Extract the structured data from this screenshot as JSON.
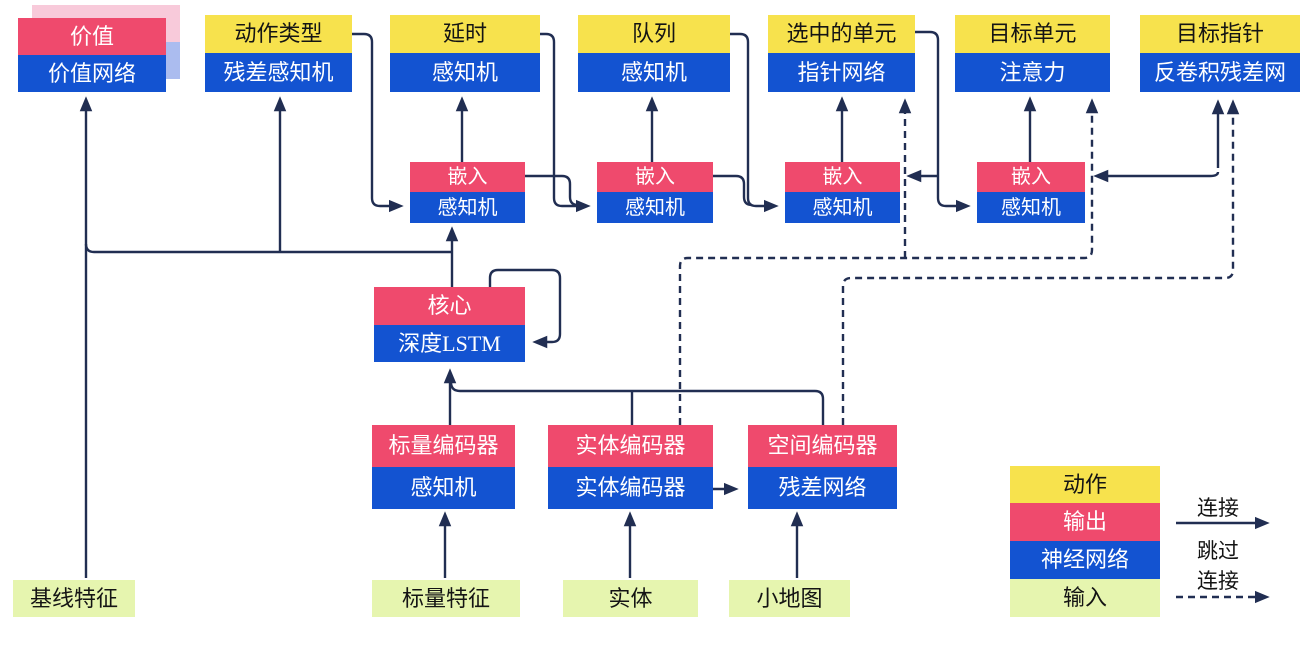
{
  "figure": {
    "description_domain": "neural network architecture diagram",
    "colors": {
      "action_yellow": "#F7E24D",
      "output_pink": "#EF4A6D",
      "network_blue": "#1353D1",
      "input_green": "#E6F5AF",
      "value_shadow_pink": "#F8CADA",
      "value_shadow_blue": "#ABBCEF",
      "wire_navy": "#212E52"
    }
  },
  "nodes": {
    "value": {
      "top": "价值",
      "bottom": "价值网络"
    },
    "action_type": {
      "top": "动作类型",
      "bottom": "残差感知机"
    },
    "delay": {
      "top": "延时",
      "bottom": "感知机"
    },
    "queue": {
      "top": "队列",
      "bottom": "感知机"
    },
    "selected_units": {
      "top": "选中的单元",
      "bottom": "指针网络"
    },
    "target_unit": {
      "top": "目标单元",
      "bottom": "注意力"
    },
    "target_pointer": {
      "top": "目标指针",
      "bottom": "反卷积残差网"
    },
    "embed1": {
      "top": "嵌入",
      "bottom": "感知机"
    },
    "embed2": {
      "top": "嵌入",
      "bottom": "感知机"
    },
    "embed3": {
      "top": "嵌入",
      "bottom": "感知机"
    },
    "embed4": {
      "top": "嵌入",
      "bottom": "感知机"
    },
    "core": {
      "top": "核心",
      "bottom": "深度LSTM"
    },
    "scalar_encoder": {
      "top": "标量编码器",
      "bottom": "感知机"
    },
    "entity_encoder": {
      "top": "实体编码器",
      "bottom": "实体编码器"
    },
    "spatial_encoder": {
      "top": "空间编码器",
      "bottom": "残差网络"
    },
    "baseline_features": {
      "label": "基线特征"
    },
    "scalar_features": {
      "label": "标量特征"
    },
    "entities": {
      "label": "实体"
    },
    "minimap": {
      "label": "小地图"
    }
  },
  "legend": {
    "rows": {
      "action": "动作",
      "output": "输出",
      "network": "神经网络",
      "input": "输入"
    },
    "connection_label": "连接",
    "skip_label_line1": "跳过",
    "skip_label_line2": "连接"
  }
}
